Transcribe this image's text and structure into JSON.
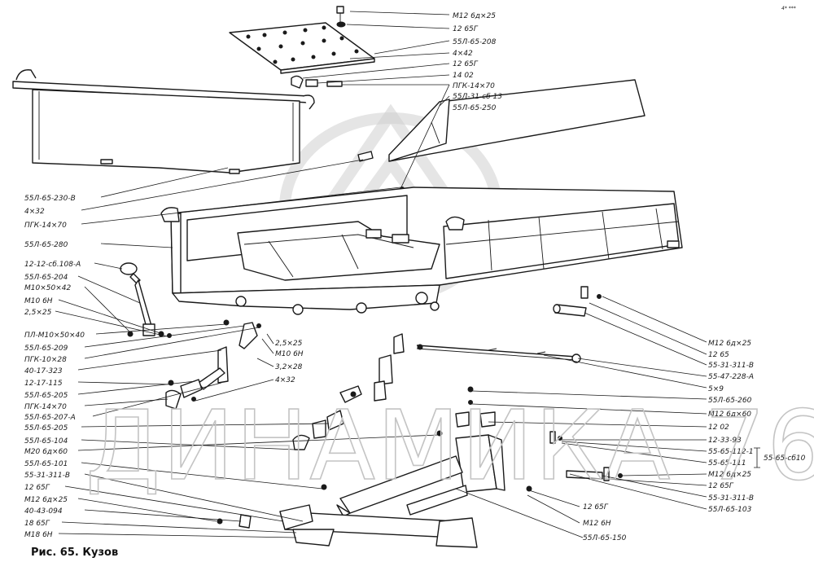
{
  "caption": "Рис. 65. Кузов",
  "watermark": "ДИНАМИКА 76",
  "corner_mark": "4* ***",
  "group_label": "55-65-сб10",
  "labels": [
    "М12 6д×25",
    "12 65Г",
    "55Л-65-208",
    "4×42",
    "12 65Г",
    "14 02",
    "ПГК-14×70",
    "55Л-31-сб 13",
    "55Л-65-250",
    "55Л-65-230-В",
    "4×32",
    "ПГК-14×70",
    "55Л-65-280",
    "12-12-сб.108-А",
    "55Л-65-204",
    "М10×50×42",
    "М10 6Н",
    "2,5×25",
    "ПЛ-М10×50×40",
    "55Л-65-209",
    "ПГК-10×28",
    "40-17-323",
    "12-17-115",
    "55Л-65-205",
    "ПГК-14×70",
    "55Л-65-207-А",
    "55Л-65-205",
    "55Л-65-104",
    "М20 6д×60",
    "55Л-65-101",
    "55-31-311-В",
    "12 65Г",
    "М12 6д×25",
    "40-43-094",
    "18 65Г",
    "М18 6Н",
    "2,5×25",
    "М10 6Н",
    "3,2×28",
    "4×32",
    "М12 6д×25",
    "12 65",
    "55-31-311-В",
    "55-47-228-А",
    "5×9",
    "55Л-65-260",
    "М12 6д×60",
    "12 02",
    "12-33-93",
    "55-65-112-1",
    "55-65-111",
    "М12 6д×25",
    "12 65Г",
    "55-31-311-В",
    "55Л-65-103",
    "12 65Г",
    "М12 6Н",
    "55Л-65-150"
  ]
}
